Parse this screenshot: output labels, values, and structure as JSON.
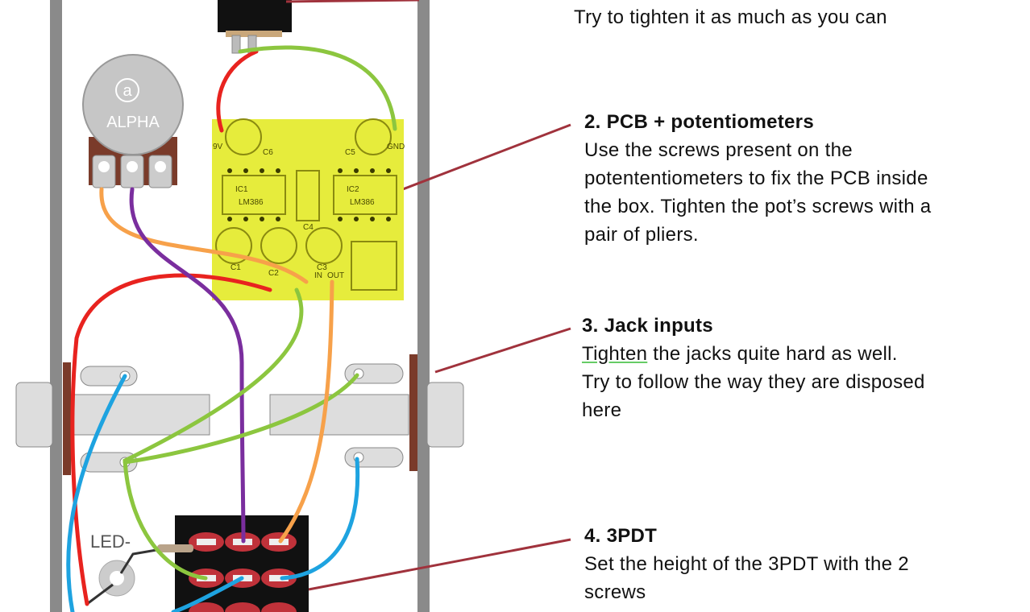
{
  "steps": [
    {
      "heading": "",
      "body": [
        "Try to tighten it as much as you can"
      ]
    },
    {
      "heading": "2. PCB + potentiometers",
      "body": [
        "Use the screws present on the",
        "potententiometers to fix the PCB inside",
        "the box. Tighten the pot’s screws with a",
        "pair of pliers."
      ]
    },
    {
      "heading": "3. Jack inputs",
      "body_underlined_word": "Tighten",
      "body": [
        " the jacks quite hard as well.",
        "Try to follow the way they are disposed",
        "here"
      ]
    },
    {
      "heading": "4. 3PDT",
      "body": [
        "Set the height of the 3PDT with the 2",
        "screws"
      ]
    }
  ],
  "pot": {
    "logo": "a",
    "brand": "ALPHA"
  },
  "pcb": {
    "ic1": "IC1",
    "ic1_part": "LM386",
    "ic2": "IC2",
    "ic2_part": "LM386",
    "labels": {
      "v9": "9V",
      "gnd": "GND",
      "c1": "C1",
      "c2": "C2",
      "c3": "C3",
      "c4": "C4",
      "c5": "C5",
      "c6": "C6",
      "in": "IN",
      "out": "OUT"
    }
  },
  "led_label": "LED-",
  "colors": {
    "pcb": "#e6ec3c",
    "wire_red": "#e8231f",
    "wire_green": "#8cc63f",
    "wire_orange": "#f7a14a",
    "wire_purple": "#7a2e9e",
    "wire_blue": "#1ea3e0",
    "leader": "#a0323c",
    "enclosure": "#8a8a8a"
  }
}
